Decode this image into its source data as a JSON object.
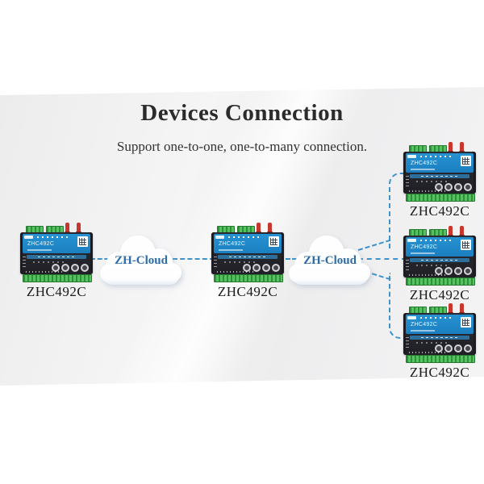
{
  "header": {
    "title": "Devices Connection",
    "subtitle": "Support one-to-one, one-to-many connection."
  },
  "devices": [
    {
      "id": "left",
      "panel_label": "ZHC492C",
      "caption": "ZHC492C"
    },
    {
      "id": "middle",
      "panel_label": "ZHC492C",
      "caption": "ZHC492C"
    },
    {
      "id": "right-top",
      "panel_label": "ZHC492C",
      "caption": "ZHC492C"
    },
    {
      "id": "right-middle",
      "panel_label": "ZHC492C",
      "caption": "ZHC492C"
    },
    {
      "id": "right-bottom",
      "panel_label": "ZHC492C",
      "caption": "ZHC492C"
    }
  ],
  "clouds": [
    {
      "label": "ZH-Cloud"
    },
    {
      "label": "ZH-Cloud"
    }
  ],
  "colors": {
    "panel_blue": "#1f86c6",
    "line_blue": "#3f93cd",
    "cloud_text_blue": "#2d6ca5",
    "terminal_green": "#3fae49",
    "antenna_red": "#c8372b",
    "device_body_dark": "#26262c",
    "title_text": "#2b2b2b",
    "background_band": "#efefef"
  }
}
